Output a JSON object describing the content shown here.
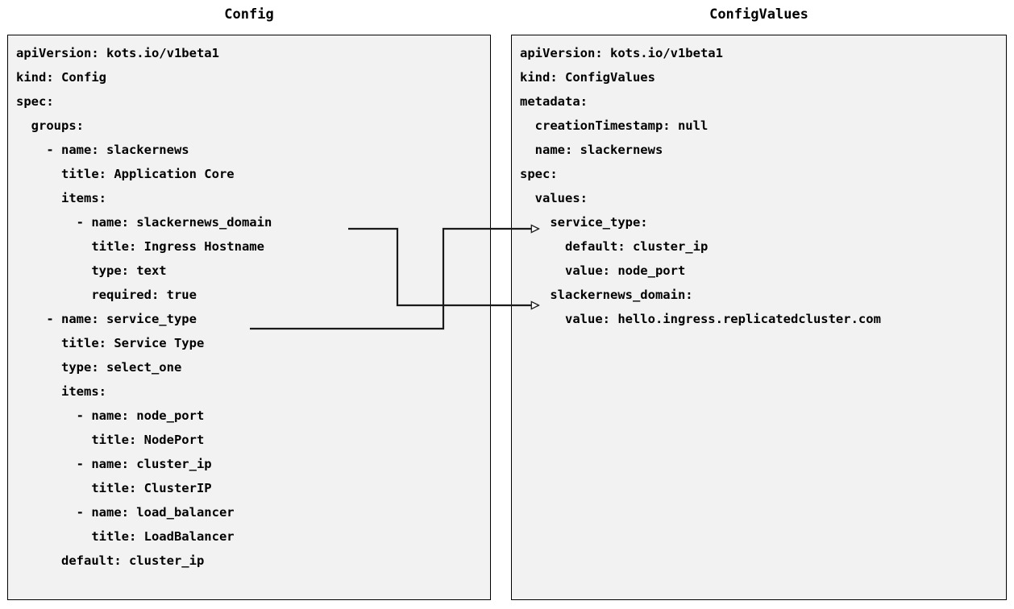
{
  "diagram": {
    "title_left": "Config",
    "title_right": "ConfigValues",
    "background": "#ffffff",
    "panel_fill": "#f2f2f2",
    "panel_stroke": "#000000",
    "connector_stroke": "#1a1a1a"
  },
  "left_panel": {
    "label": "Config",
    "lines": [
      "apiVersion: kots.io/v1beta1",
      "kind: Config",
      "spec:",
      "  groups:",
      "    - name: slackernews",
      "      title: Application Core",
      "      items:",
      "        - name: slackernews_domain",
      "          title: Ingress Hostname",
      "          type: text",
      "          required: true",
      "    - name: service_type",
      "      title: Service Type",
      "      type: select_one",
      "      items:",
      "        - name: node_port",
      "          title: NodePort",
      "        - name: cluster_ip",
      "          title: ClusterIP",
      "        - name: load_balancer",
      "          title: LoadBalancer",
      "      default: cluster_ip"
    ]
  },
  "right_panel": {
    "label": "ConfigValues",
    "lines": [
      "apiVersion: kots.io/v1beta1",
      "kind: ConfigValues",
      "metadata:",
      "  creationTimestamp: null",
      "  name: slackernews",
      "spec:",
      "  values:",
      "    service_type:",
      "      default: cluster_ip",
      "      value: node_port",
      "    slackernews_domain:",
      "      value: hello.ingress.replicatedcluster.com"
    ]
  },
  "connectors": [
    {
      "name": "slackernews-domain-link",
      "from_label": "slackernews_domain",
      "to_label": "slackernews_domain:"
    },
    {
      "name": "service-type-link",
      "from_label": "service_type",
      "to_label": "service_type:"
    }
  ]
}
